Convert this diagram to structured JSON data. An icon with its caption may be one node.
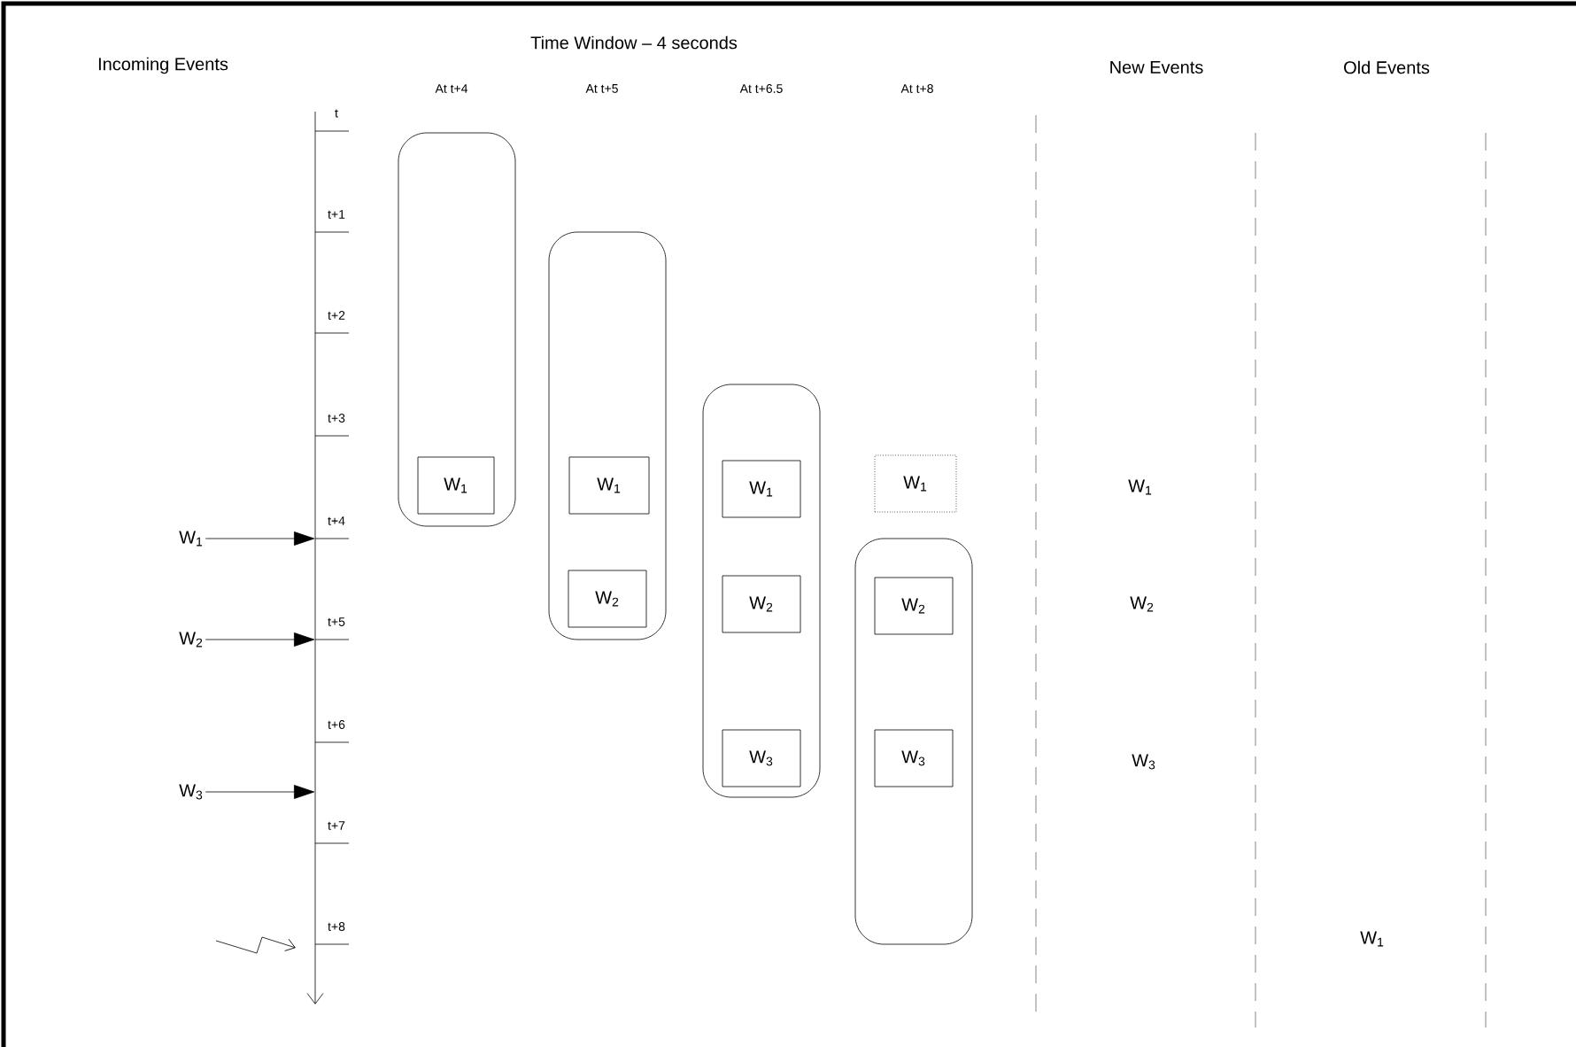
{
  "diagram": {
    "title": "Time Window – 4 seconds",
    "nodes": [
      {
        "text": [
          "W$_{1}$"
        ]
      },
      {
        "text": [
          "W$_{2}$"
        ]
      },
      {
        "text": [
          "W$_{3}$"
        ]
      },
      {
        "text": [],
        "shape": "box"
      },
      {
        "text": [
          "W$_{1}$"
        ],
        "in": 3
      },
      {
        "text": [],
        "shape": "box"
      },
      {
        "text": [
          "W$_{1}$"
        ],
        "in": 5
      },
      {
        "text": [
          "W$_{2}$"
        ],
        "in": 5
      },
      {
        "text": [],
        "shape": "box"
      },
      {
        "text": [
          "W$_{1}$"
        ],
        "in": 8
      },
      {
        "text": [
          "W$_{2}$"
        ],
        "in": 8
      },
      {
        "text": [
          "W$_{3}$"
        ],
        "in": 8
      },
      {
        "text": [
          "W$_{1}$"
        ]
      },
      {
        "text": [],
        "shape": "box"
      },
      {
        "text": [
          "W$_{2}$"
        ],
        "in": 13
      },
      {
        "text": [
          "W$_{3}$"
        ],
        "in": 13
      }
    ],
    "edges": [
      {
        "from": 0,
        "to": null,
        "arrow": "to"
      },
      {
        "from": 1,
        "to": null,
        "arrow": "to"
      },
      {
        "from": 2,
        "to": null,
        "arrow": "to"
      }
    ],
    "labels": [
      "Incoming Events",
      "New Events",
      "Old Events",
      "At t+4",
      "At t+5",
      "At t+6.5",
      "At t+8",
      "t",
      "t+1",
      "t+2",
      "t+3",
      "t+4",
      "t+5",
      "t+6",
      "t+7",
      "t+8",
      "W$_{1}$",
      "W$_{2}$",
      "W$_{3}$",
      "W$_{1}$"
    ]
  }
}
